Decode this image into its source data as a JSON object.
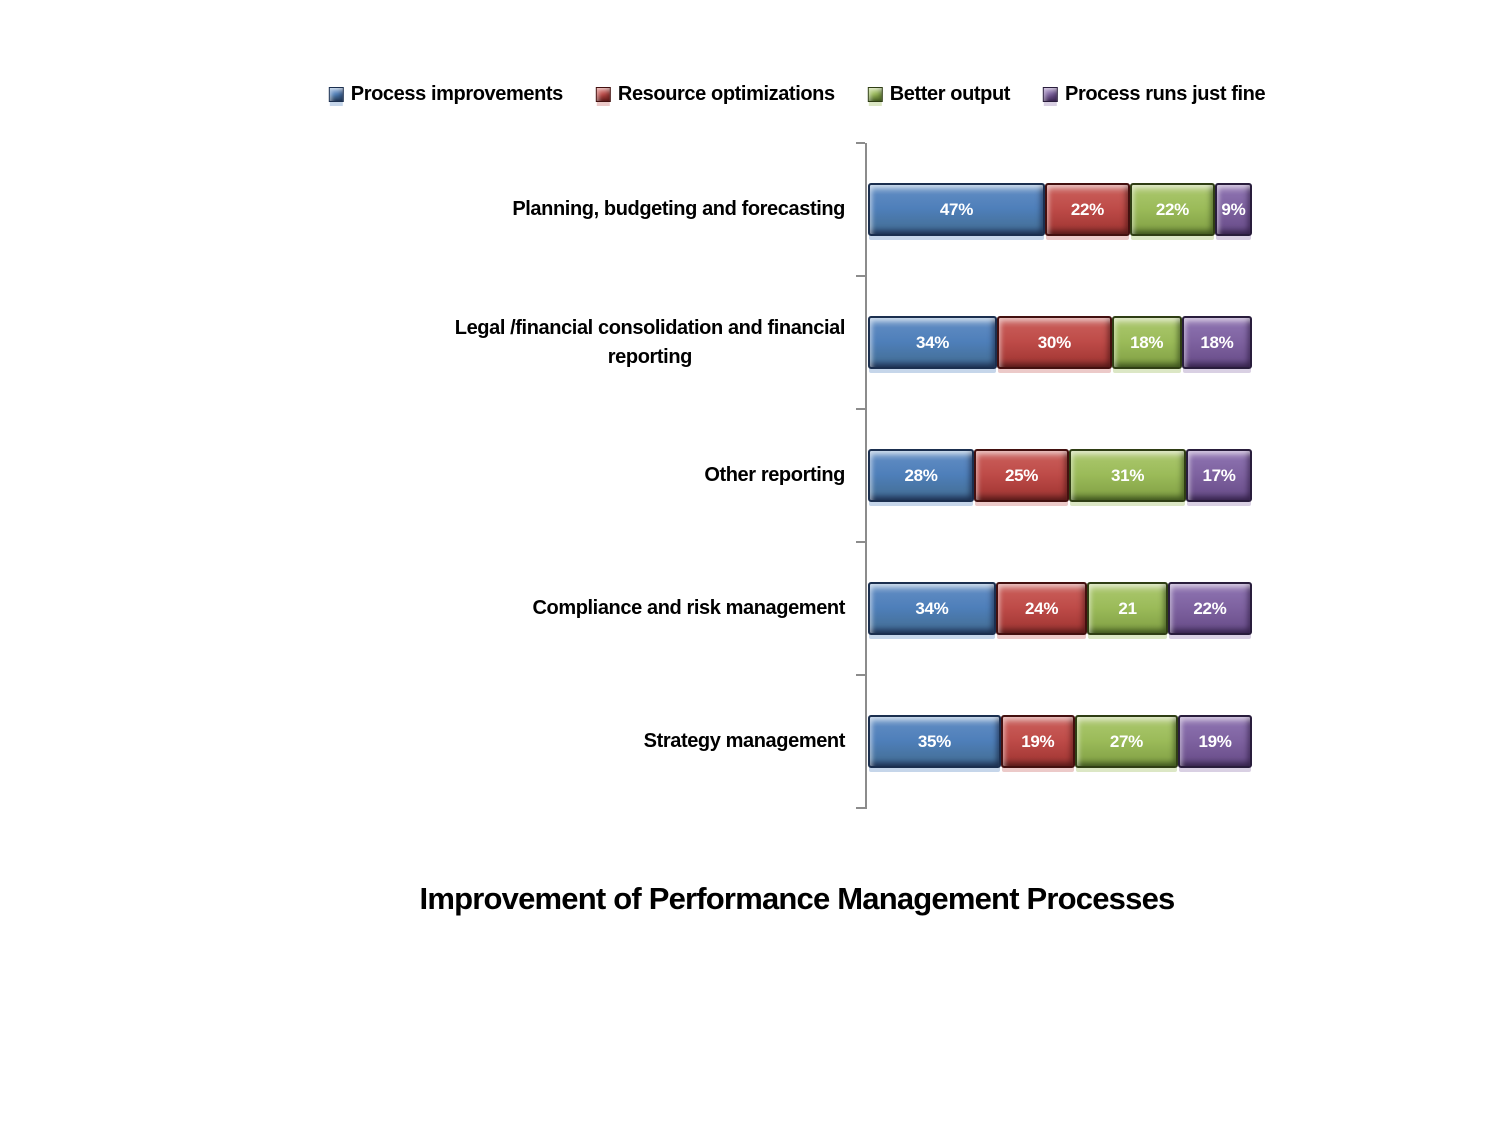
{
  "chart_data": {
    "type": "bar",
    "orientation": "horizontal",
    "stacked": true,
    "title": "Improvement of Performance Management Processes",
    "xlabel": "",
    "ylabel": "",
    "legend_position": "top",
    "grid": false,
    "axis_color": "#8C8C8C",
    "categories": [
      "Planning, budgeting and forecasting",
      "Legal /financial consolidation and financial reporting",
      "Other reporting",
      "Compliance and risk management",
      "Strategy management"
    ],
    "category_label_lines": [
      [
        "Planning, budgeting and forecasting"
      ],
      [
        "Legal /financial consolidation and financial",
        "reporting"
      ],
      [
        "Other reporting"
      ],
      [
        "Compliance and risk management"
      ],
      [
        "Strategy management"
      ]
    ],
    "series": [
      {
        "name": "Process improvements",
        "color": "#4F81BD",
        "values": [
          47,
          34,
          28,
          34,
          35
        ],
        "labels": [
          "47%",
          "34%",
          "28%",
          "34%",
          "35%"
        ]
      },
      {
        "name": "Resource optimizations",
        "color": "#C0504D",
        "values": [
          22,
          30,
          25,
          24,
          19
        ],
        "labels": [
          "22%",
          "30%",
          "25%",
          "24%",
          "19%"
        ]
      },
      {
        "name": "Better output",
        "color": "#9BBB59",
        "values": [
          22,
          18,
          31,
          21,
          27
        ],
        "labels": [
          "22%",
          "18%",
          "31%",
          "21",
          "27%"
        ]
      },
      {
        "name": "Process runs just fine",
        "color": "#8064A2",
        "values": [
          9,
          18,
          17,
          22,
          19
        ],
        "labels": [
          "9%",
          "18%",
          "17%",
          "22%",
          "19%"
        ]
      }
    ]
  }
}
